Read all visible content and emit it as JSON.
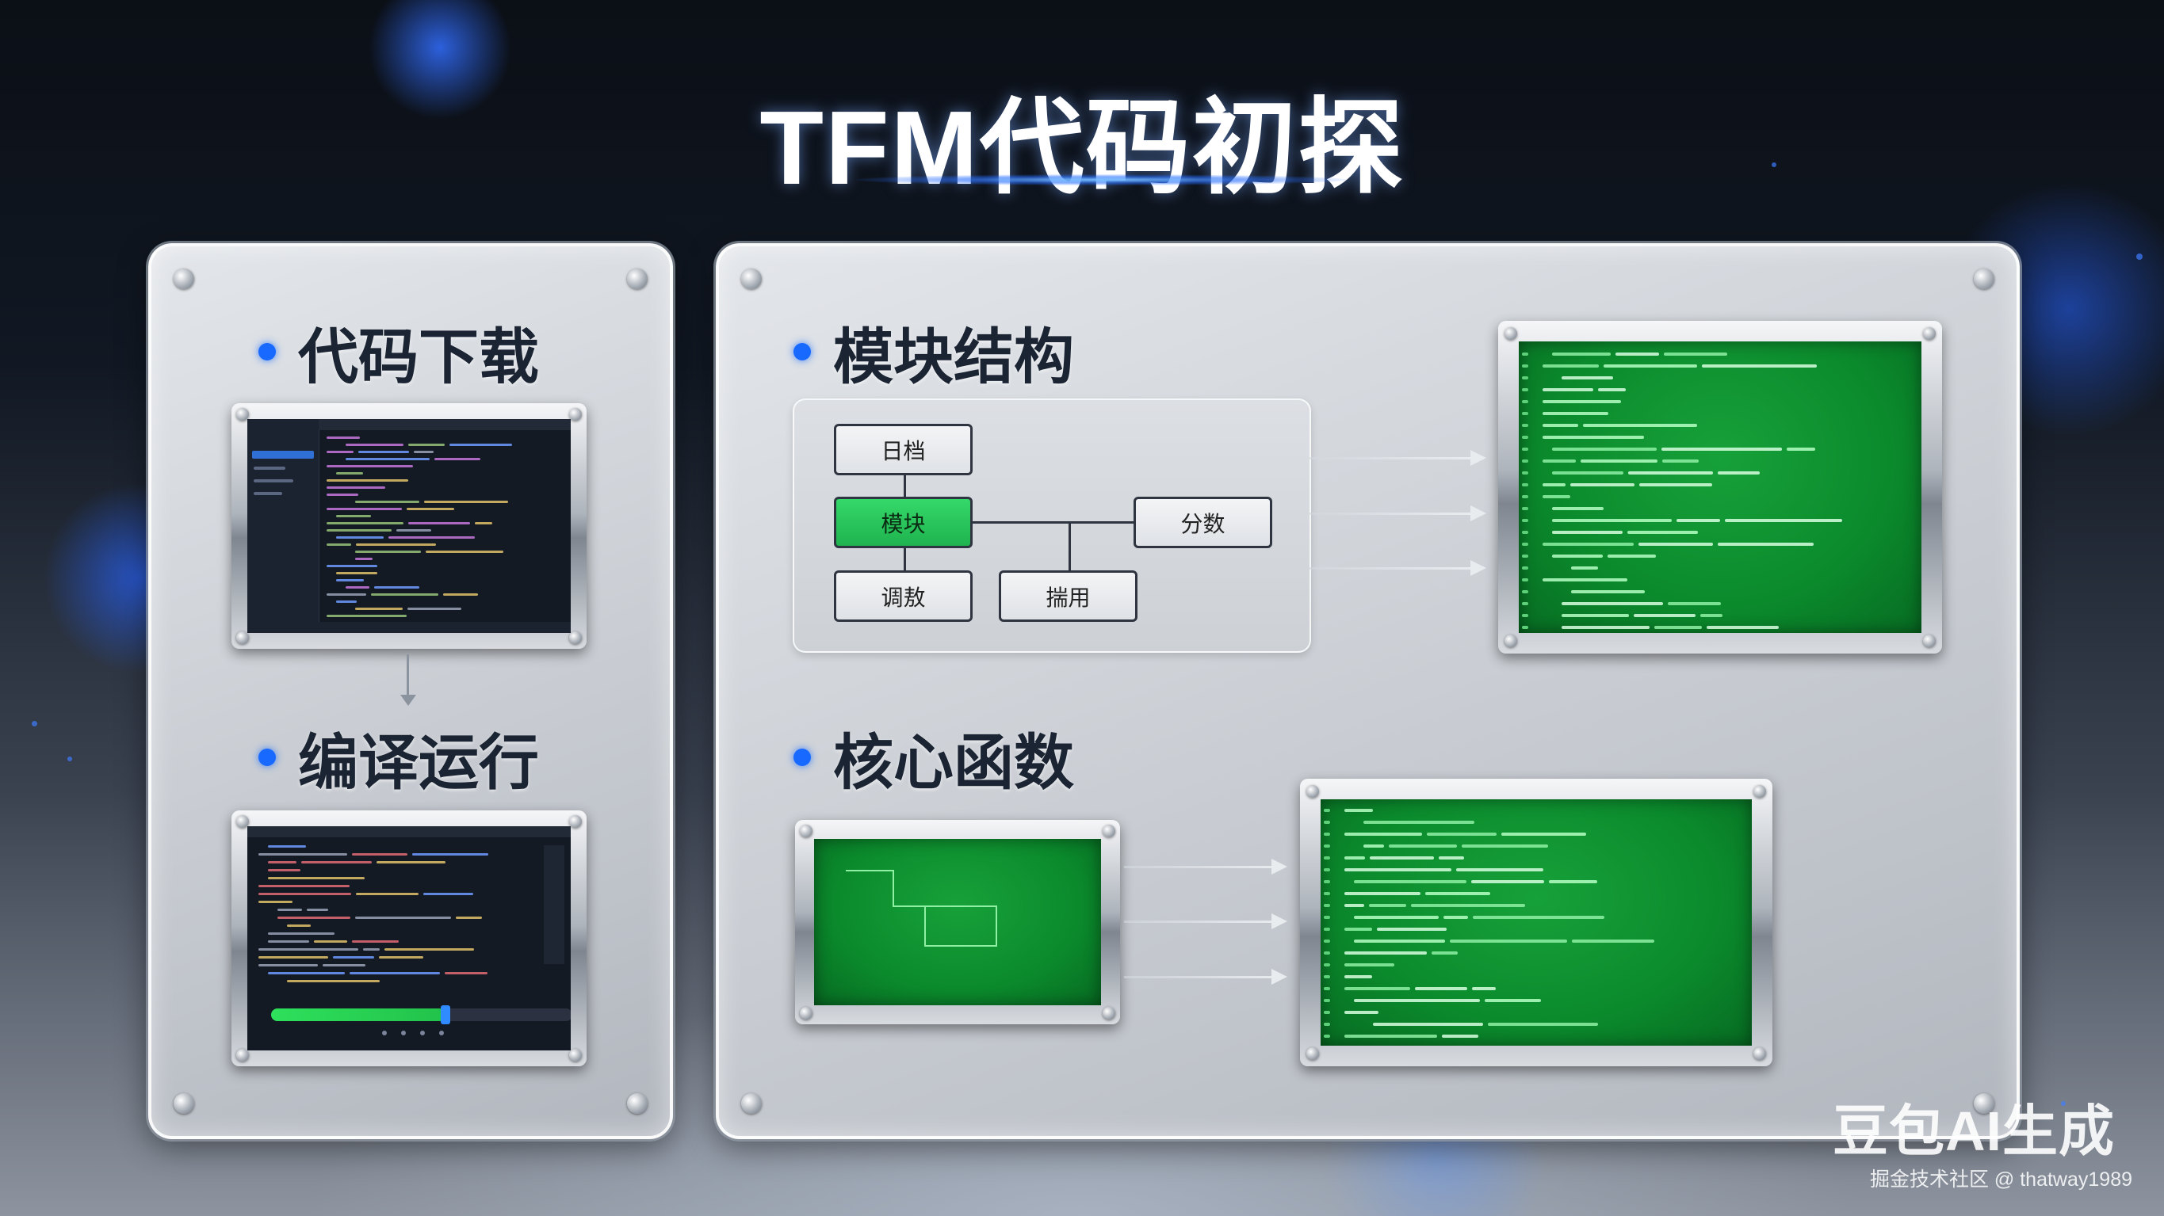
{
  "title": "TFM代码初探",
  "left_panel": {
    "sections": [
      {
        "label": "代码下载"
      },
      {
        "label": "编译运行"
      }
    ],
    "compile_progress": 0.58
  },
  "right_panel": {
    "sections": [
      {
        "label": "模块结构"
      },
      {
        "label": "核心函数"
      }
    ],
    "diagram": {
      "nodes": {
        "doc": "日档",
        "module": "模块",
        "score": "分数",
        "debug": "调敖",
        "call": "揣用"
      }
    }
  },
  "watermark": {
    "brand": "豆包AI生成",
    "credit": "掘金技术社区 @ thatway1989"
  },
  "colors": {
    "accent_blue": "#1769ff",
    "terminal_green": "#0b8a2c",
    "active_node": "#22c24a"
  }
}
